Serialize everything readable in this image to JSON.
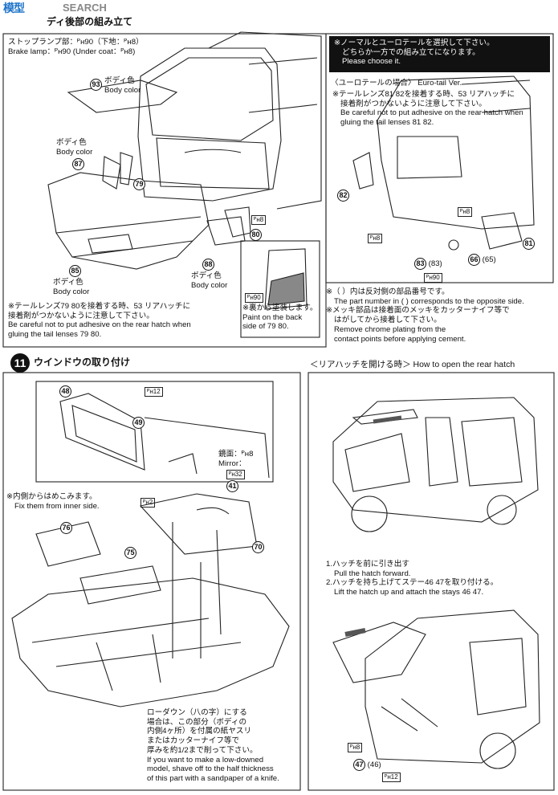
{
  "watermark": {
    "logo": "模型",
    "search": "SEARCH"
  },
  "section10": {
    "title_suffix": "ディ後部の組み立て",
    "stoplamp": [
      "ストップランプ部：ᴾʜ90（下地：ᴾʜ8）",
      "Brake lamp：ᴾʜ90        (Under coat：ᴾʜ8)"
    ],
    "body_color_93": [
      "ボディ色",
      "Body color"
    ],
    "body_color_87": [
      "ボディ色",
      "Body color"
    ],
    "body_color_85": [
      "ボディ色",
      "Body color"
    ],
    "body_color_88": [
      "ボディ色",
      "Body color"
    ],
    "parts": {
      "p93": "93",
      "p87": "87",
      "p79": "79",
      "p80": "80",
      "p85": "85",
      "p88": "88"
    },
    "ph8": "ᴾʜ8",
    "ph90": "ᴾʜ90",
    "paint_back": [
      "※裏から塗装します。",
      "Paint on the back",
      "side of 79 80."
    ],
    "tail_lens_note": [
      "※テールレンズ79 80を接着する時、53 リアハッチに",
      "接着剤がつかないように注意して下さい。",
      "Be careful not to put adhesive on the rear hatch when",
      "gluing the tail lenses 79 80."
    ]
  },
  "choice_box": {
    "lines": [
      "※ノーマルとユーロテールを選択して下さい。",
      "どちらか一方での組み立てになります。",
      "Please choose it."
    ]
  },
  "euro": {
    "heading": "〈ユーロテールの場合〉 Euro-tail Ver.",
    "lines": [
      "※テールレンズ81 82を接着する時、53 リアハッチに",
      "接着剤がつかないように注意して下さい。",
      "Be careful not to put adhesive on the rear hatch when",
      "gluing the tail lenses 81 82."
    ],
    "parts": {
      "p82": "82",
      "p81": "81",
      "p83": "83",
      "p83b": "(83)",
      "p66": "66",
      "p65": "(65)"
    },
    "ph8": "ᴾʜ8",
    "ph90": "ᴾʜ90"
  },
  "notes_right": [
    "※（  ）内は反対側の部品番号です。",
    "The part number in (   ) corresponds to the opposite side.",
    "※メッキ部品は接着面のメッキをカッターナイフ等で",
    "はがしてから接着して下さい。",
    "Remove chrome plating from the",
    "contact points before applying cement."
  ],
  "section11": {
    "number": "11",
    "title": "ウインドウの取り付け",
    "parts": {
      "p48": "48",
      "p49": "49",
      "p76": "76",
      "p75": "75",
      "p41": "41",
      "p70": "70"
    },
    "ph12": "ᴾʜ12",
    "ph2": "ᴾʜ2",
    "ph32": "ᴾʜ32",
    "mirror": [
      "鏡面：ᴾʜ8",
      "Mirror："
    ],
    "inner_side": [
      "※内側からはめこみます。",
      "Fix them from inner side."
    ],
    "lowdown": [
      "ローダウン（八の字）にする",
      "場合は、この部分（ボディの",
      "内側4ヶ所）を付属の紙ヤスリ",
      "またはカッターナイフ等で",
      "厚みを約1/2まで削って下さい。",
      "If you want to make a low-downed",
      "model, shave off to the half thickness",
      "of this part with a sandpaper of a knife."
    ]
  },
  "hatch": {
    "title": "＜リアハッチを開ける時＞ How to open the rear hatch",
    "steps": [
      "1.ハッチを前に引き出す",
      "Pull the hatch forward.",
      "2.ハッチを持ち上げてステー46 47を取り付ける。",
      "Lift the hatch up and attach the stays 46 47."
    ],
    "parts": {
      "p47": "47",
      "p46": "(46)"
    },
    "ph8": "ᴾʜ8",
    "ph12": "ᴾʜ12"
  }
}
